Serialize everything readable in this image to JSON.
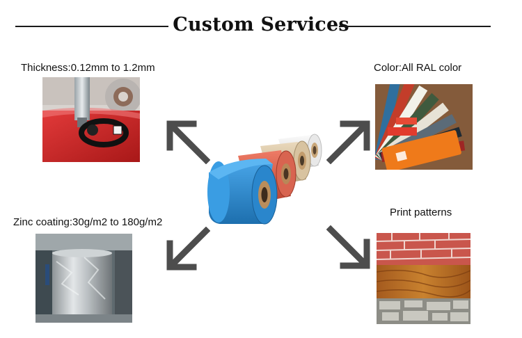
{
  "header": {
    "title": "Custom Services"
  },
  "services": {
    "thickness": "Thickness:0.12mm to 1.2mm",
    "color": "Color:All RAL color",
    "zinc": "Zinc coating:30g/m2 to 180g/m2",
    "print": "Print patterns"
  },
  "colors": {
    "arrow": "#4d4d4d",
    "coil_blue": "#2d8fd6",
    "coil_red": "#e0624f",
    "coil_beige": "#d9c5a5",
    "coil_white": "#efefef"
  }
}
